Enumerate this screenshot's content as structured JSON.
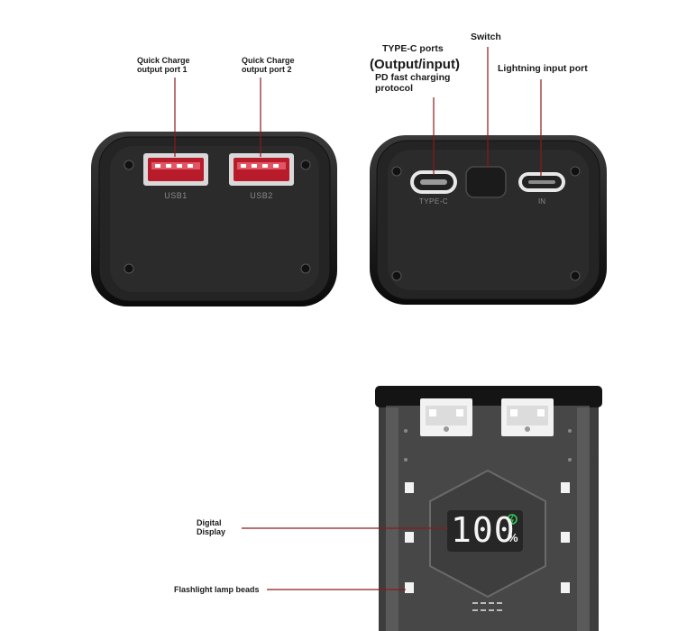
{
  "labels": {
    "qc1": "Quick Charge\noutput port 1",
    "qc2": "Quick Charge\noutput port 2",
    "typec_ports": "TYPE-C ports",
    "output_input": "(Output/input)",
    "pd_protocol": "PD fast charging\nprotocol",
    "switch": "Switch",
    "lightning": "Lightning input port",
    "digital_display": "Digital\nDisplay",
    "flashlight": "Flashlight lamp beads"
  },
  "port_marks": {
    "usb1": "USB1",
    "usb2": "USB2",
    "typec": "TYPE-C",
    "in": "IN"
  },
  "display": {
    "digits": "100",
    "unit": "%"
  },
  "colors": {
    "body": "#1c1c1c",
    "rim": "#0d0d0d",
    "panel": "#2a2a2a",
    "port_red": "#c8202f",
    "leader": "#8b1a1a",
    "led": "#f0f0f0",
    "display_green": "#33cc55"
  }
}
